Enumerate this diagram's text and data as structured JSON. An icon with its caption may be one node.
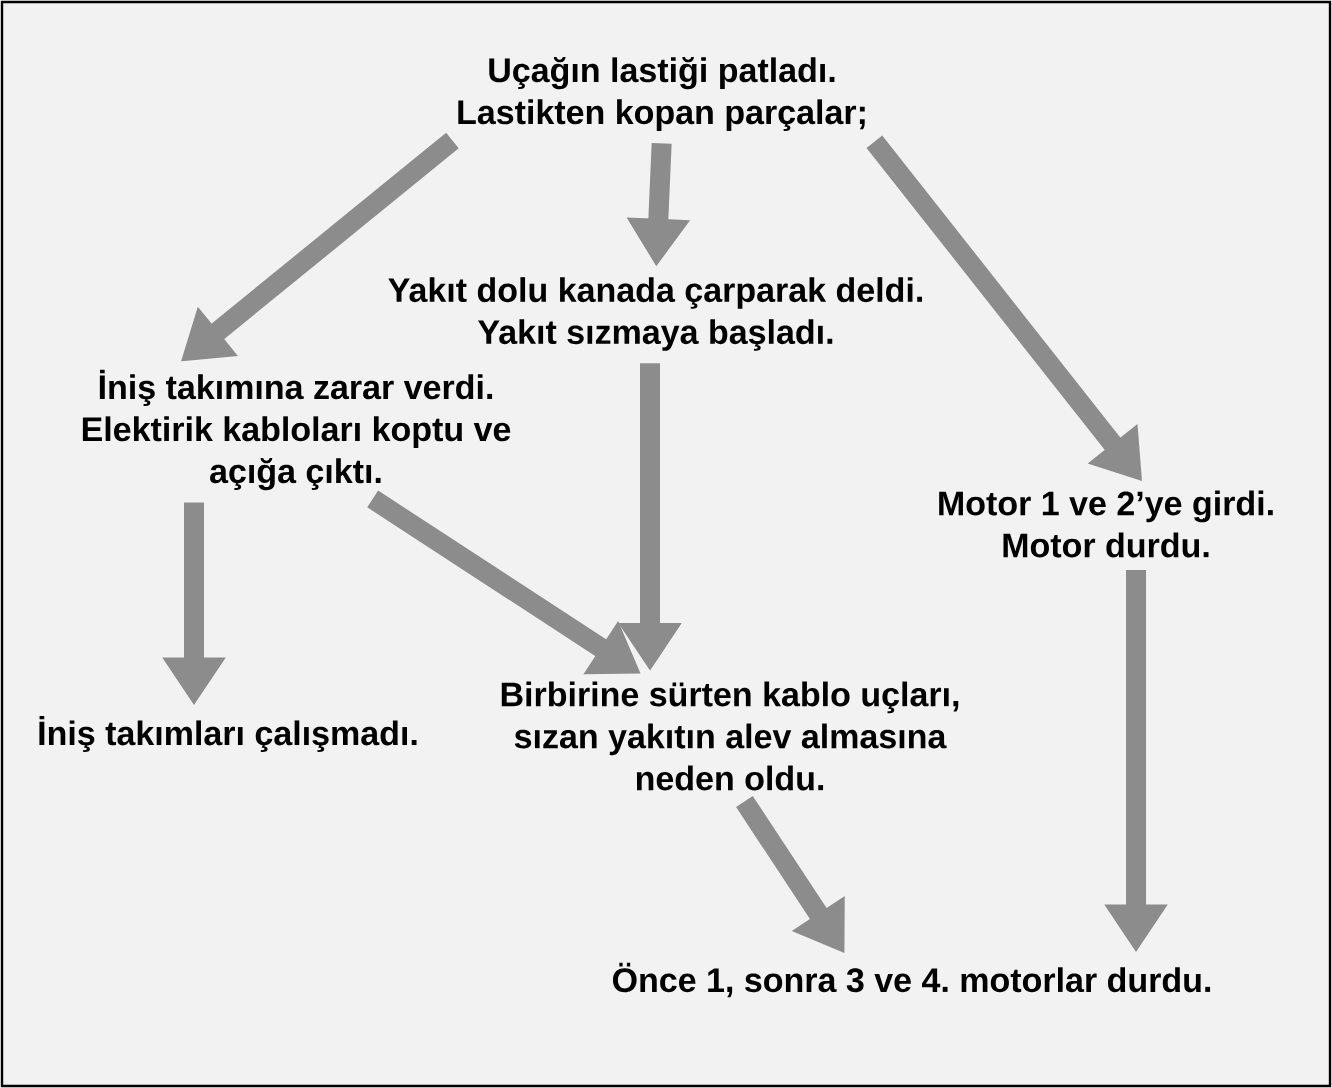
{
  "diagram": {
    "nodes": [
      {
        "text": [
          "Uçağın lastiği patladı. Lastikten kopan parçalar;"
        ]
      },
      {
        "text": [
          "Yakıt dolu kanada çarparak deldi. Yakıt sızmaya başladı."
        ]
      },
      {
        "text": [
          "İniş takımına zarar verdi. Elektirik kabloları koptu ve açığa çıktı."
        ]
      },
      {
        "text": [
          "Motor 1 ve 2’ye girdi. Motor durdu."
        ]
      },
      {
        "text": [
          "İniş takımları çalışmadı."
        ]
      },
      {
        "text": [
          "Birbirine sürten kablo uçları, sızan yakıtın alev almasına neden oldu."
        ]
      },
      {
        "text": [
          "Önce 1, sonra 3 ve 4. motorlar durdu."
        ]
      }
    ],
    "edges": [
      {
        "from": 0,
        "to": 2,
        "arrow": "to"
      },
      {
        "from": 0,
        "to": 1,
        "arrow": "to"
      },
      {
        "from": 0,
        "to": 3,
        "arrow": "to"
      },
      {
        "from": 2,
        "to": 4,
        "arrow": "to"
      },
      {
        "from": 2,
        "to": 5,
        "arrow": "to"
      },
      {
        "from": 1,
        "to": 5,
        "arrow": "to"
      },
      {
        "from": 5,
        "to": 6,
        "arrow": "to"
      },
      {
        "from": 3,
        "to": 6,
        "arrow": "to"
      }
    ]
  }
}
